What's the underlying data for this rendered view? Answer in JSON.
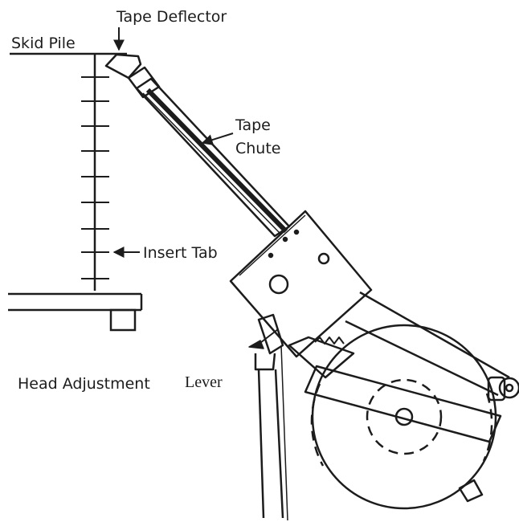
{
  "labels": {
    "tape_deflector": "Tape Deflector",
    "skid_pile": "Skid Pile",
    "tape_line1": "Tape",
    "tape_line2": "Chute",
    "insert_tab": "Insert Tab",
    "head_adjustment": "Head Adjustment",
    "lever": "Lever"
  },
  "colors": {
    "ink": "#1c1c1c",
    "paper": "#ffffff"
  }
}
